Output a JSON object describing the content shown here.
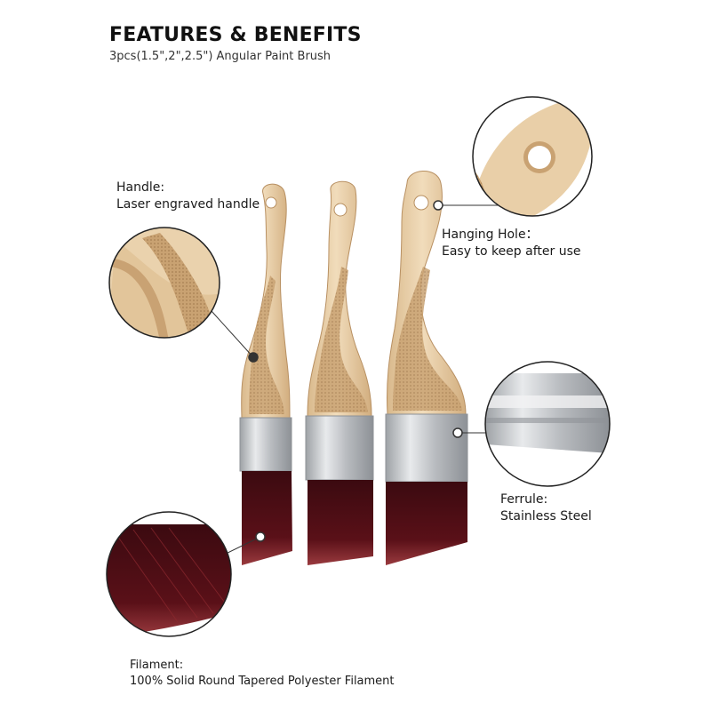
{
  "header": {
    "title": "FEATURES & BENEFITS",
    "subtitle": "3pcs(1.5\",2\",2.5\") Angular Paint Brush"
  },
  "callouts": {
    "handle": {
      "title": "Handle:",
      "detail": "Laser engraved handle"
    },
    "hole": {
      "title": "Hanging Hole：",
      "detail": "Easy to keep after use"
    },
    "ferrule": {
      "title": "Ferrule:",
      "detail": "Stainless Steel"
    },
    "filament": {
      "title": "Filament:",
      "detail": "100% Solid Round Tapered Polyester Filament"
    }
  },
  "colors": {
    "wood": "#e8cfa8",
    "wood_dark": "#c9a272",
    "metal": "#c9cbcd",
    "bristle": "#5a1018",
    "bristle_tip": "#8e2a30"
  }
}
